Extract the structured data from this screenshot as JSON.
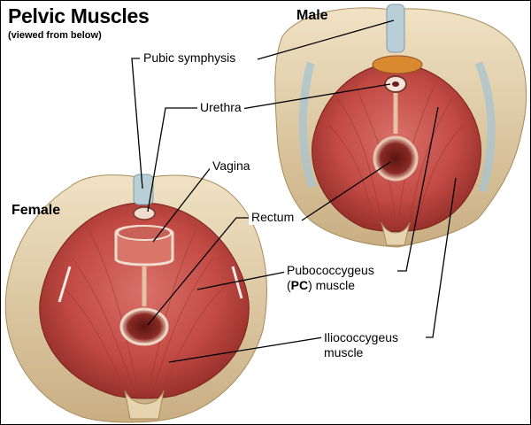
{
  "title": "Pelvic Muscles",
  "subtitle": "(viewed from below)",
  "sections": {
    "male": "Male",
    "female": "Female"
  },
  "labels": {
    "pubic_symphysis": "Pubic symphysis",
    "urethra": "Urethra",
    "vagina": "Vagina",
    "rectum": "Rectum",
    "pc_line1": "Pubococcygeus",
    "pc_open": "(",
    "pc_abbr": "PC",
    "pc_close": ") muscle",
    "ilio_line1": "Iliococcygeus",
    "ilio_line2": "muscle"
  },
  "colors": {
    "muscle": "#c8504a",
    "muscle_dark": "#8e2a26",
    "muscle_light": "#e07a6a",
    "bone": "#e6d3b0",
    "bone_shadow": "#bfa57c",
    "ligament": "#a9c4cf",
    "leader_line": "#000000"
  }
}
